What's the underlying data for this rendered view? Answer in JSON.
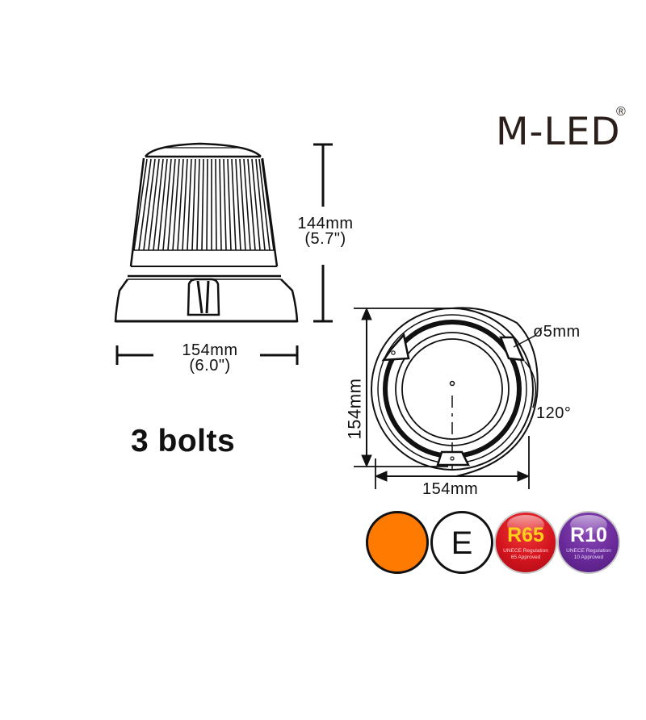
{
  "brand": {
    "logo_text": "M-LED",
    "registered_mark": "®",
    "color": "#2a1f1a"
  },
  "side_view": {
    "height_label": "144mm",
    "height_label_inch": "(5.7\")",
    "width_label": "154mm",
    "width_label_inch": "(6.0\")"
  },
  "mounting": {
    "label": "3 bolts"
  },
  "top_view": {
    "height_label": "154mm",
    "width_label": "154mm",
    "hole_label": "ø5mm",
    "angle_label": "120°"
  },
  "badges": [
    {
      "name": "amber-color",
      "color": "#ff7a00"
    },
    {
      "name": "e-mark",
      "label": "E"
    },
    {
      "name": "r65",
      "code": "R65",
      "line1": "UNECE Regulation",
      "line2": "65 Approved",
      "color": "#d4141e"
    },
    {
      "name": "r10",
      "code": "R10",
      "line1": "UNECE Regulation",
      "line2": "10 Approved",
      "color": "#6a2a9a"
    }
  ]
}
